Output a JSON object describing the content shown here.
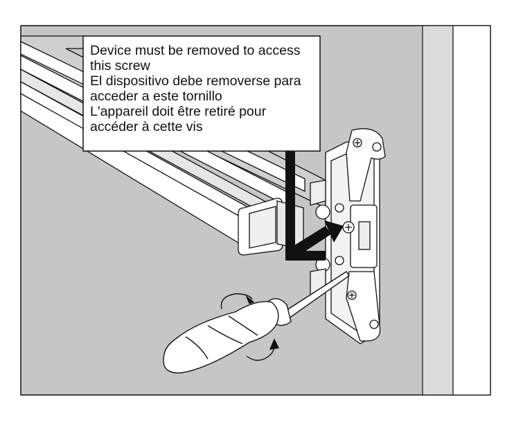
{
  "callout": {
    "lines": [
      "Device must be removed to access",
      "this screw",
      "El dispositivo debe removerse para",
      "acceder a este tornillo",
      "L'appareil doit être retiré pour",
      "accéder à cette vis"
    ]
  },
  "colors": {
    "wall": "#c6c6c6",
    "panel": "#dedede",
    "line": "#111111",
    "part_fill": "#ffffff",
    "arrow": "#111111"
  }
}
